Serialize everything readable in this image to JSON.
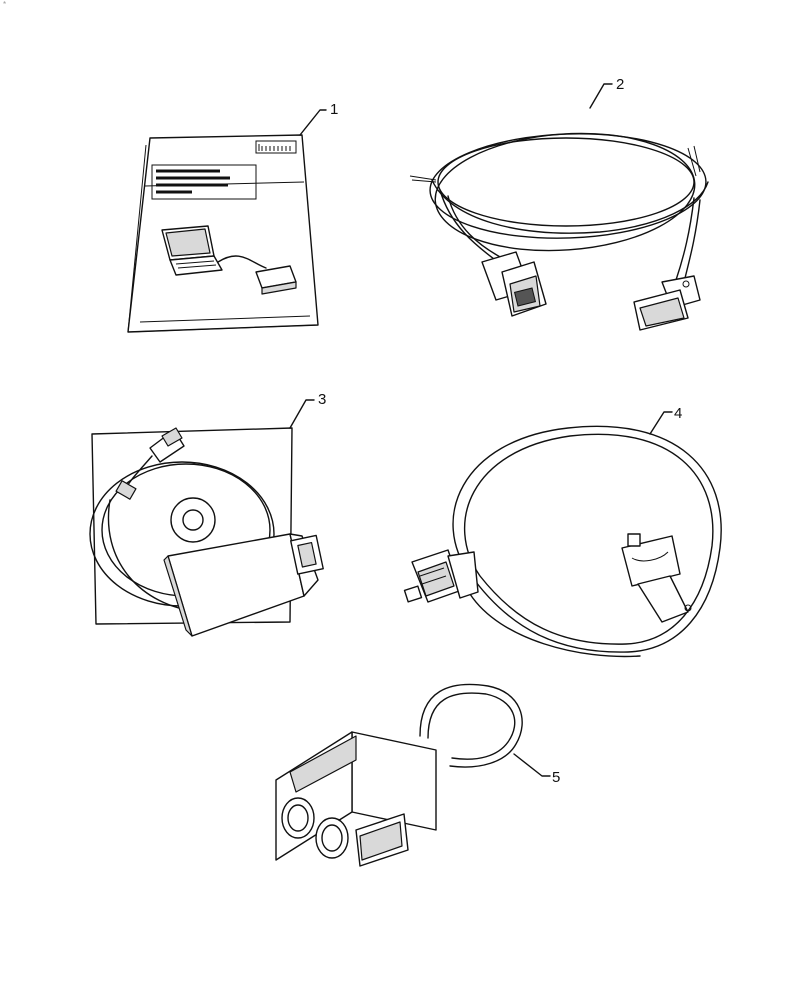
{
  "corner_mark": "*",
  "callouts": [
    {
      "id": 1,
      "label": "1",
      "part": "manual-booklet"
    },
    {
      "id": 2,
      "label": "2",
      "part": "diagnostic-cable"
    },
    {
      "id": 3,
      "label": "3",
      "part": "software-kit-adapter"
    },
    {
      "id": 4,
      "label": "4",
      "part": "loop-harness"
    },
    {
      "id": 5,
      "label": "5",
      "part": "jumper-connector"
    }
  ]
}
